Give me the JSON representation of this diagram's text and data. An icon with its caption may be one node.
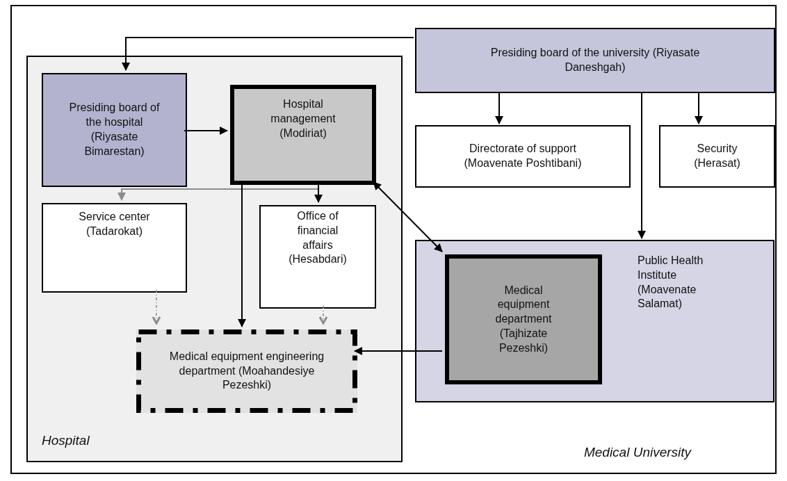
{
  "diagram": {
    "nodes": [
      {
        "text": [
          "Medical University"
        ]
      },
      {
        "text": [
          "Hospital"
        ],
        "in": 0
      },
      {
        "text": [
          "Presiding board of the university (Riyasate Daneshgah)"
        ],
        "in": 0
      },
      {
        "text": [
          "Presiding board of the hospital (Riyasate Bimarestan)"
        ],
        "in": 1
      },
      {
        "text": [
          "Hospital management (Modiriat)"
        ],
        "in": 1
      },
      {
        "text": [
          "Service center (Tadarokat)"
        ],
        "in": 1
      },
      {
        "text": [
          "Office of financial affairs (Hesabdari)"
        ],
        "in": 1
      },
      {
        "text": [
          "Medical equipment engineering department (Moahandesiye Pezeshki)"
        ],
        "in": 1
      },
      {
        "text": [
          "Directorate of support (Moavenate Poshtibani)"
        ],
        "in": 0
      },
      {
        "text": [
          "Security (Herasat)"
        ],
        "in": 0
      },
      {
        "text": [
          "Public Health Institute (Moavenate Salamat)"
        ],
        "in": 0
      },
      {
        "text": [
          "Medical equipment department (Tajhizate Pezeshki)"
        ],
        "in": 10
      }
    ],
    "edges": [
      {
        "from": 2,
        "to": 3,
        "arrow": "to"
      },
      {
        "from": 3,
        "to": 4,
        "arrow": "to"
      },
      {
        "from": 4,
        "to": 5,
        "arrow": "to",
        "color": "#8c8c8c"
      },
      {
        "from": 4,
        "to": 6,
        "arrow": "to"
      },
      {
        "from": 4,
        "to": 7,
        "arrow": "to"
      },
      {
        "from": 5,
        "to": 7,
        "arrow": "to",
        "style": "dashed",
        "color": "#8c8c8c"
      },
      {
        "from": 6,
        "to": 7,
        "arrow": "to",
        "style": "dashed",
        "color": "#8c8c8c"
      },
      {
        "from": 2,
        "to": 8,
        "arrow": "to"
      },
      {
        "from": 2,
        "to": 9,
        "arrow": "to"
      },
      {
        "from": 2,
        "to": 10,
        "arrow": "to"
      },
      {
        "from": 4,
        "to": 11,
        "arrow": "both"
      },
      {
        "from": 11,
        "to": 7,
        "arrow": "to"
      }
    ]
  }
}
